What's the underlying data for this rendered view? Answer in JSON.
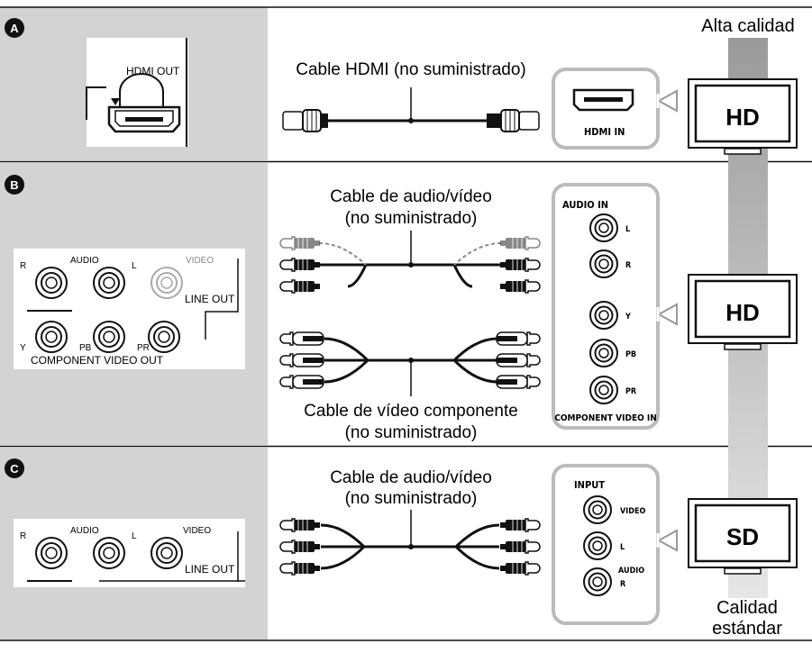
{
  "quality_top": "Alta calidad",
  "quality_bottom": [
    "Calidad",
    "estándar"
  ],
  "sections": {
    "a": {
      "badge": "A",
      "player_label": "HDMI OUT",
      "cable_label": "Cable HDMI (no suministrado)",
      "tv_input_label": "HDMI IN",
      "tv_label": "HD"
    },
    "b": {
      "badge": "B",
      "player": {
        "r": "R",
        "audio": "AUDIO",
        "l": "L",
        "video": "VIDEO",
        "line_out": "LINE OUT",
        "y": "Y",
        "pb": "PB",
        "pr": "PR",
        "component_out": "COMPONENT VIDEO OUT"
      },
      "cable_label_1": "Cable de audio/vídeo",
      "cable_label_2": "(no suministrado)",
      "cable2_label_1": "Cable de vídeo componente",
      "cable2_label_2": "(no suministrado)",
      "tv_panel": {
        "audio_in": "AUDIO IN",
        "l": "L",
        "r": "R",
        "y": "Y",
        "pb": "PB",
        "pr": "PR",
        "component_in": "COMPONENT VIDEO IN"
      },
      "tv_label": "HD"
    },
    "c": {
      "badge": "C",
      "player": {
        "r": "R",
        "audio": "AUDIO",
        "l": "L",
        "video": "VIDEO",
        "line_out": "LINE OUT"
      },
      "cable_label_1": "Cable de audio/vídeo",
      "cable_label_2": "(no suministrado)",
      "tv_panel": {
        "input": "INPUT",
        "video": "VIDEO",
        "l": "L",
        "audio": "AUDIO",
        "r": "R"
      },
      "tv_label": "SD"
    }
  }
}
